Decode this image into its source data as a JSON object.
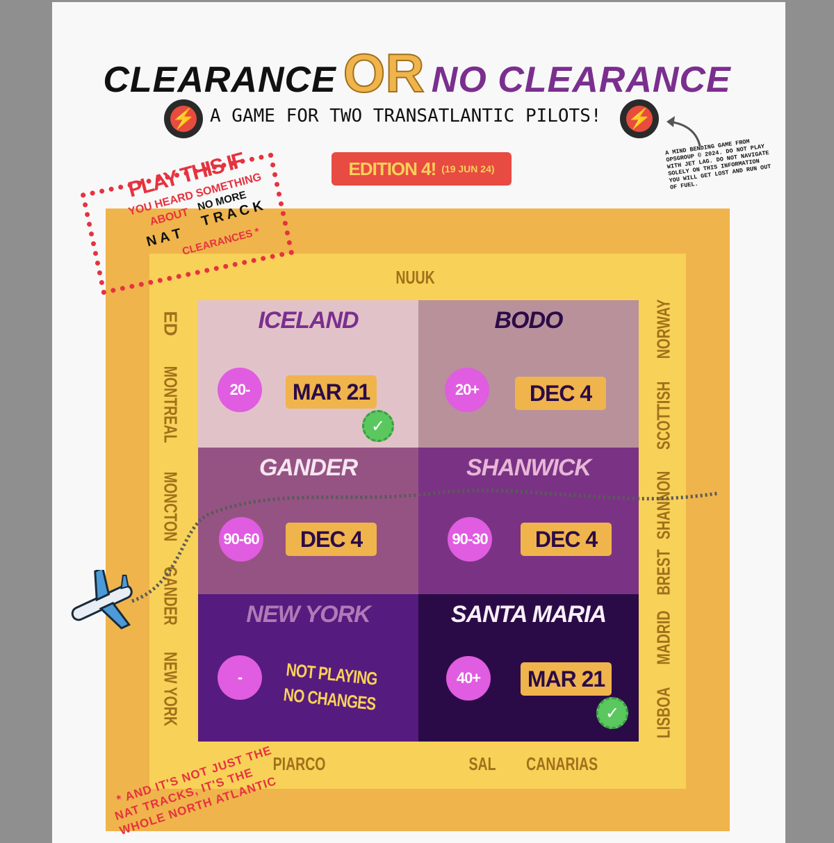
{
  "header": {
    "title_part1": "CLEARANCE",
    "title_or": "OR",
    "title_part2": "NO CLEARANCE",
    "subtitle": "A GAME FOR TWO TRANSATLANTIC PILOTS!",
    "edition": "EDITION 4!",
    "edition_date": "(19 JUN 24)",
    "note": "A MIND BENDING GAME FROM OPSGROUP © 2024. DO NOT PLAY WITH JET LAG. DO NOT NAVIGATE SOLELY ON THIS INFORMATION YOU WILL GET LOST AND RUN OUT OF FUEL."
  },
  "play_box": {
    "title": "PLAY THIS IF",
    "line1": "YOU HEARD SOMETHING",
    "about": "ABOUT",
    "no_more": "NO MORE",
    "track": "T R A C K",
    "nat": "N A T",
    "clearances": "CLEARANCES *"
  },
  "footnote": {
    "line1": "* AND IT'S NOT JUST THE",
    "line2": "NAT TRACKS, IT'S THE",
    "line3": "WHOLE NORTH ATLANTIC"
  },
  "board": {
    "top": "NUUK",
    "left": [
      "ED",
      "MONTREAL",
      "MONCTON",
      "GANDER",
      "NEW YORK"
    ],
    "right": [
      "NORWAY",
      "SCOTTISH",
      "SHANNON",
      "BREST",
      "MADRID",
      "LISBOA"
    ],
    "bottom": [
      "PIARCO",
      "SAL",
      "CANARIAS"
    ],
    "cells": [
      {
        "name": "ICELAND",
        "circle": "20-",
        "badge": "MAR 21",
        "checked": true
      },
      {
        "name": "BODO",
        "circle": "20+",
        "badge": "DEC 4",
        "checked": false
      },
      {
        "name": "GANDER",
        "circle": "90-60",
        "badge": "DEC 4",
        "checked": false
      },
      {
        "name": "SHANWICK",
        "circle": "90-30",
        "badge": "DEC 4",
        "checked": false
      },
      {
        "name": "NEW YORK",
        "circle": "-",
        "status_line1": "NOT PLAYING",
        "status_line2": "NO CHANGES",
        "checked": false
      },
      {
        "name": "SANTA MARIA",
        "circle": "40+",
        "badge": "MAR 21",
        "checked": true
      }
    ]
  },
  "colors": {
    "orange": "#f0b44c",
    "yellow": "#f8d158",
    "pink": "#e05ce0",
    "red": "#e5333f"
  }
}
